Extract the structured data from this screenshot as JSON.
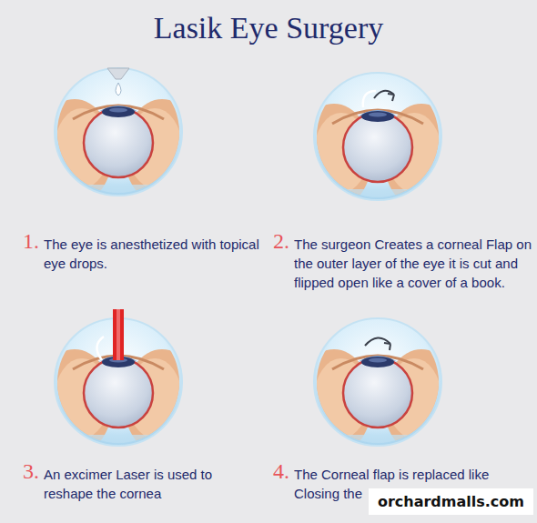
{
  "diagram": {
    "title": "Lasik Eye Surgery",
    "labels": [
      "1.",
      "The eye is anesthetized with topical eye drops.",
      "2.",
      "The surgeon Creates a corneal Flap on the outer layer of the eye it is cut and flipped open like a cover of a book.",
      "3.",
      "An excimer Laser is used to reshape the cornea",
      "4.",
      "The Corneal flap is replaced like Closing the",
      "orchardmalls.com"
    ]
  }
}
